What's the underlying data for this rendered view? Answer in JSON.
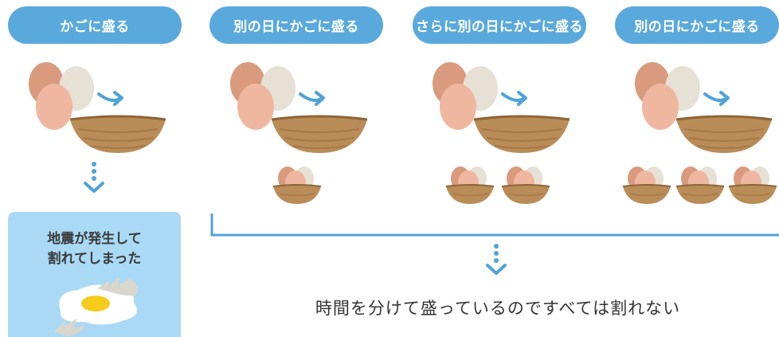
{
  "steps": [
    {
      "label": "かごに盛る"
    },
    {
      "label": "別の日にかごに盛る"
    },
    {
      "label": "さらに別の日にかごに盛る"
    },
    {
      "label": "別の日にかごに盛る"
    }
  ],
  "result_box": {
    "line1": "地震が発生して",
    "line2": "割れてしまった"
  },
  "conclusion": "時間を分けて盛っているのですべては割れない",
  "colors": {
    "pill": "#5aa9dd",
    "result_box": "#a9d9f5",
    "accent": "#4fa3d8",
    "egg_brown": "#d99a7e",
    "egg_pink": "#efb7a0",
    "egg_white": "#e6e1d4",
    "basket": "#b98c58"
  }
}
